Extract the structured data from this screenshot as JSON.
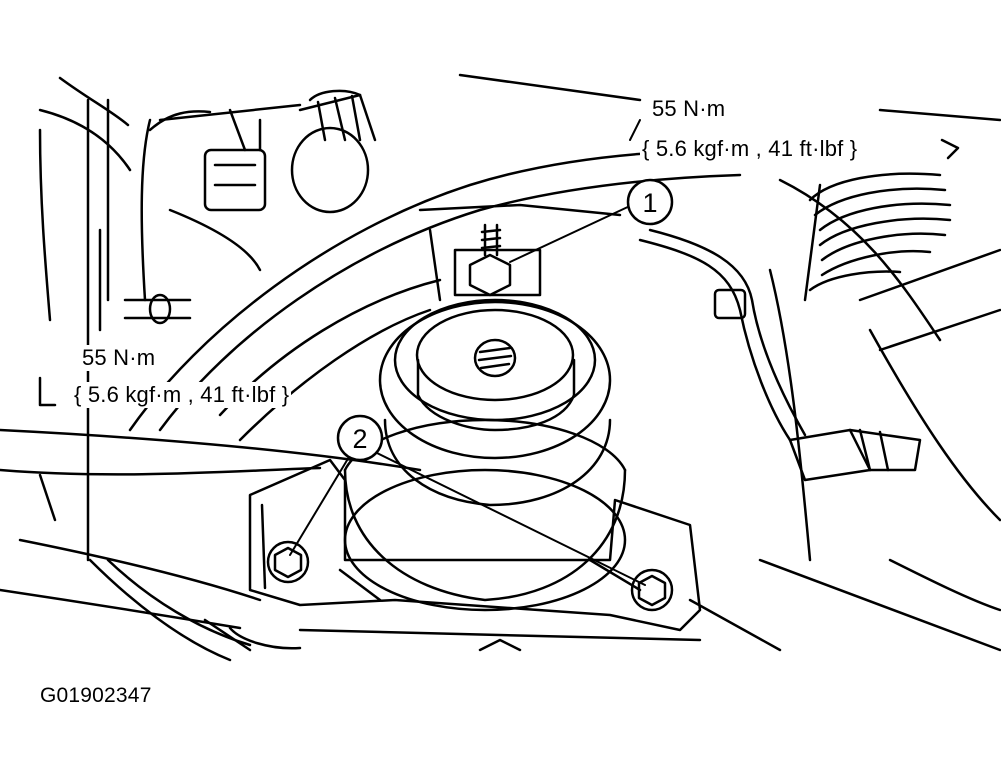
{
  "figure_id": "G01902347",
  "torque_top": {
    "value": "55 N·m",
    "alt_units": "{ 5.6 kgf·m , 41 ft·lbf }"
  },
  "torque_left": {
    "value": "55 N·m",
    "alt_units": "{ 5.6 kgf·m , 41 ft·lbf }"
  },
  "callouts": [
    "1",
    "2"
  ],
  "colors": {
    "line": "#000000",
    "background": "#ffffff"
  }
}
